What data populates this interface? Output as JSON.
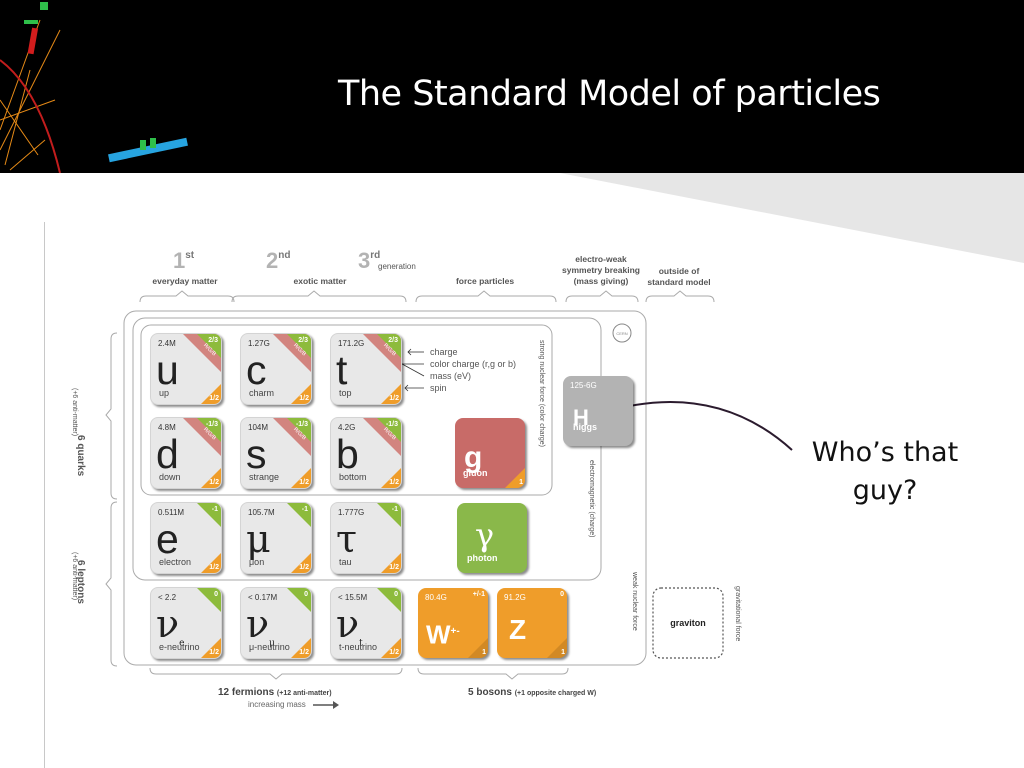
{
  "slide": {
    "title": "The Standard Model of particles",
    "callout": "Who’s that guy?"
  },
  "generations": [
    {
      "number": "1",
      "suffix": "st",
      "label": "everyday matter"
    },
    {
      "number": "2",
      "suffix": "nd",
      "label": "exotic matter"
    },
    {
      "number": "3",
      "suffix": "rd",
      "label": "generation"
    }
  ],
  "column_headers": {
    "force": "force particles",
    "ewsb": "electro-weak symmetry breaking (mass giving)",
    "outside": "outside of standard model"
  },
  "side_labels": {
    "quarks": "6 quarks",
    "quarks_sub": "(+6 anti-matter)",
    "leptons": "6 leptons",
    "leptons_sub": "(+6 anti-matter)",
    "strong": "strong nuclear force (color charge)",
    "em": "electromagnetic (charge)",
    "weak": "weak nuclear force",
    "grav": "gravitational force"
  },
  "legend": [
    "charge",
    "color charge (r,g or b)",
    "mass (eV)",
    "spin"
  ],
  "fermions": [
    {
      "symbol": "u",
      "name": "up",
      "mass": "2.4M",
      "charge": "2/3",
      "spin": "1/2",
      "color": "R/G/B"
    },
    {
      "symbol": "c",
      "name": "charm",
      "mass": "1.27G",
      "charge": "2/3",
      "spin": "1/2",
      "color": "R/G/B"
    },
    {
      "symbol": "t",
      "name": "top",
      "mass": "171.2G",
      "charge": "2/3",
      "spin": "1/2",
      "color": "R/G/B"
    },
    {
      "symbol": "d",
      "name": "down",
      "mass": "4.8M",
      "charge": "-1/3",
      "spin": "1/2",
      "color": "R/G/B"
    },
    {
      "symbol": "s",
      "name": "strange",
      "mass": "104M",
      "charge": "-1/3",
      "spin": "1/2",
      "color": "R/G/B"
    },
    {
      "symbol": "b",
      "name": "bottom",
      "mass": "4.2G",
      "charge": "-1/3",
      "spin": "1/2",
      "color": "R/G/B"
    },
    {
      "symbol": "e",
      "name": "electron",
      "mass": "0.511M",
      "charge": "-1",
      "spin": "1/2"
    },
    {
      "symbol": "μ",
      "name": "μon",
      "mass": "105.7M",
      "charge": "-1",
      "spin": "1/2"
    },
    {
      "symbol": "τ",
      "name": "tau",
      "mass": "1.777G",
      "charge": "-1",
      "spin": "1/2"
    },
    {
      "symbol": "ν",
      "sub": "e",
      "name": "e-neutrino",
      "mass": "< 2.2",
      "charge": "0",
      "spin": "1/2"
    },
    {
      "symbol": "ν",
      "sub": "μ",
      "name": "μ-neutrino",
      "mass": "< 0.17M",
      "charge": "0",
      "spin": "1/2"
    },
    {
      "symbol": "ν",
      "sub": "t",
      "name": "t-neutrino",
      "mass": "< 15.5M",
      "charge": "0",
      "spin": "1/2"
    }
  ],
  "bosons": {
    "gluon": {
      "symbol": "g",
      "name": "gluon",
      "spin": "1"
    },
    "photon": {
      "symbol": "γ",
      "name": "photon"
    },
    "w": {
      "symbol": "W",
      "sup": "+-",
      "mass": "80.4G",
      "charge": "+/-1",
      "spin": "1"
    },
    "z": {
      "symbol": "Z",
      "mass": "91.2G",
      "charge": "0",
      "spin": "1"
    },
    "higgs": {
      "symbol": "H",
      "name": "higgs",
      "mass": "125-6G"
    },
    "graviton": {
      "name": "graviton"
    }
  },
  "footer": {
    "fermions": "12 fermions",
    "fermions_note": "(+12 anti-matter)",
    "mass_note": "increasing mass",
    "bosons": "5 bosons",
    "bosons_note": "(+1 opposite charged W)"
  },
  "colors": {
    "header": "#000000",
    "green": "#8dbb3c",
    "orange": "#ef9d2a",
    "gluon": "#c86b68",
    "photon": "#8ab84a",
    "higgs": "#b3b3b3"
  }
}
